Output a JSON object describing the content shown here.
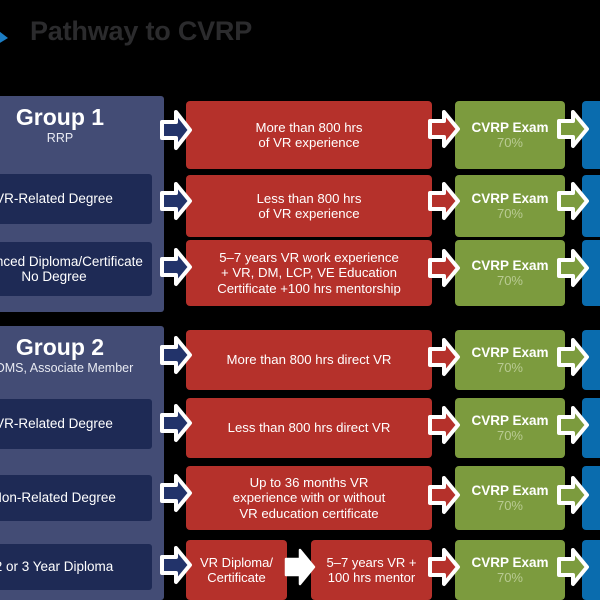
{
  "header": {
    "title": "Pathway to CVRP",
    "logo_icon": "blue-triangle-logo-icon",
    "title_color": "#2b2b2d",
    "background": "#000000"
  },
  "palette": {
    "panel_bg": "#434c75",
    "criteria_bg": "#1e2a55",
    "red": "#b5312b",
    "green": "#7c9b3e",
    "blue": "#0a6cae",
    "navy_arrow": "#22336a",
    "score_text": "#b9cb93",
    "canvas": "#000000"
  },
  "groups": [
    {
      "id": "group-1",
      "title": "Group 1",
      "subtitle": "RRP",
      "criteria": [
        {
          "id": "g1-c1",
          "label": "VR-Related Degree"
        },
        {
          "id": "g1-c2",
          "label": "Advanced Diploma/Certificate\nNo Degree"
        }
      ],
      "rows": [
        {
          "id": "g1-r1",
          "requirement": "More than 800 hrs\nof VR experience",
          "exam": {
            "name": "CVRP Exam",
            "score": "70%"
          },
          "outcome": ""
        },
        {
          "id": "g1-r2",
          "requirement": "Less than 800 hrs\nof VR experience",
          "exam": {
            "name": "CVRP Exam",
            "score": "70%"
          },
          "outcome": ""
        },
        {
          "id": "g1-r3",
          "requirement": "5–7 years VR work experience\n+ VR, DM, LCP, VE Education\nCertificate +100 hrs mentorship",
          "exam": {
            "name": "CVRP Exam",
            "score": "70%"
          },
          "outcome": ""
        }
      ]
    },
    {
      "id": "group-2",
      "title": "Group 2",
      "subtitle": "CDMS, Associate Member",
      "criteria": [
        {
          "id": "g2-c1",
          "label": "VR-Related Degree"
        },
        {
          "id": "g2-c2",
          "label": "Non-Related Degree"
        },
        {
          "id": "g2-c3",
          "label": "2 or 3 Year Diploma"
        }
      ],
      "rows": [
        {
          "id": "g2-r1",
          "requirement": "More than 800 hrs direct VR",
          "exam": {
            "name": "CVRP Exam",
            "score": "70%"
          },
          "outcome": ""
        },
        {
          "id": "g2-r2",
          "requirement": "Less than 800 hrs direct VR",
          "exam": {
            "name": "CVRP Exam",
            "score": "70%"
          },
          "outcome": ""
        },
        {
          "id": "g2-r3",
          "requirement": "Up to 36 months VR\nexperience with or without\nVR education certificate",
          "exam": {
            "name": "CVRP Exam",
            "score": "70%"
          },
          "outcome": ""
        },
        {
          "id": "g2-r4",
          "requirement_a": "VR Diploma/\nCertificate",
          "requirement_b": "5–7 years VR +\n100 hrs mentor",
          "exam": {
            "name": "CVRP Exam",
            "score": "70%"
          },
          "outcome": ""
        }
      ]
    }
  ]
}
